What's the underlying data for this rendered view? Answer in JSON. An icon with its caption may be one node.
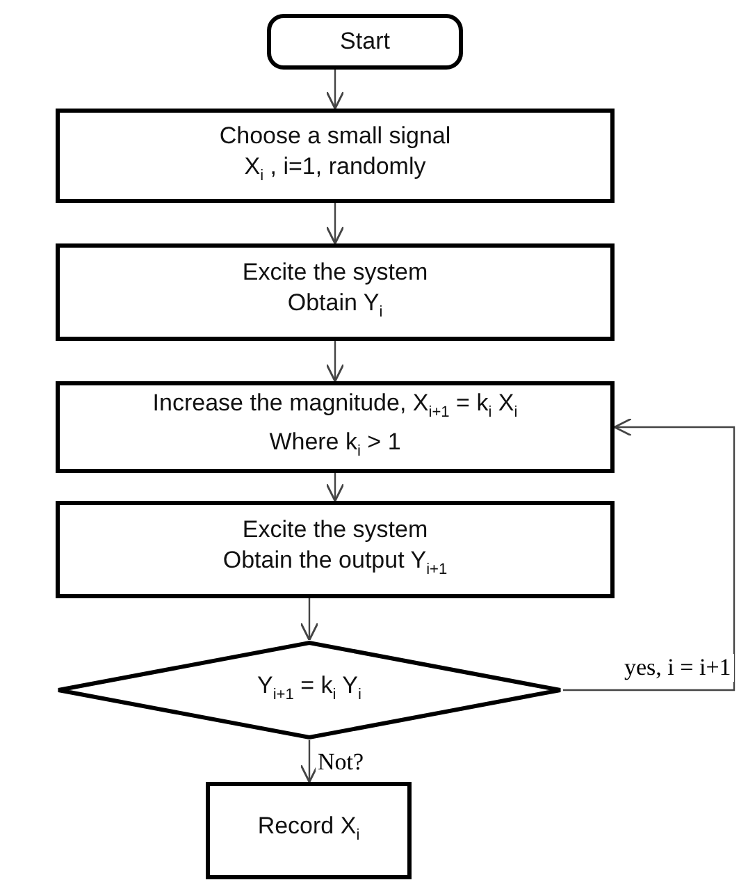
{
  "diagram": {
    "nodes": [
      {
        "text": [
          "Start"
        ]
      },
      {
        "text": [
          "Choose a small signal",
          "X$_{i}$  , i=1, randomly"
        ]
      },
      {
        "text": [
          "Excite the system",
          "Obtain Y$_{i}$"
        ]
      },
      {
        "text": [
          "Increase the magnitude, X$_{i+1}$ = k$_{i}$ X$_{i}$",
          "Where k$_{i}$ > 1"
        ]
      },
      {
        "text": [
          "Excite the system",
          "Obtain the output  Y$_{i+1}$"
        ]
      },
      {
        "text": [
          "Y$_{i+1}$ = k$_{i}$ Y$_{i}$"
        ]
      },
      {
        "text": [
          "Record X$_{i}$"
        ]
      }
    ],
    "edges": [
      {
        "from": 0,
        "to": 1,
        "arrow": "to"
      },
      {
        "from": 1,
        "to": 2,
        "arrow": "to"
      },
      {
        "from": 2,
        "to": 3,
        "arrow": "to"
      },
      {
        "from": 3,
        "to": 4,
        "arrow": "to"
      },
      {
        "from": 4,
        "to": 5,
        "arrow": "to"
      },
      {
        "from": 5,
        "to": 6,
        "arrow": "to",
        "label": "Not?"
      },
      {
        "from": 5,
        "to": 3,
        "arrow": "to",
        "label": "yes, i = i+1"
      }
    ]
  }
}
